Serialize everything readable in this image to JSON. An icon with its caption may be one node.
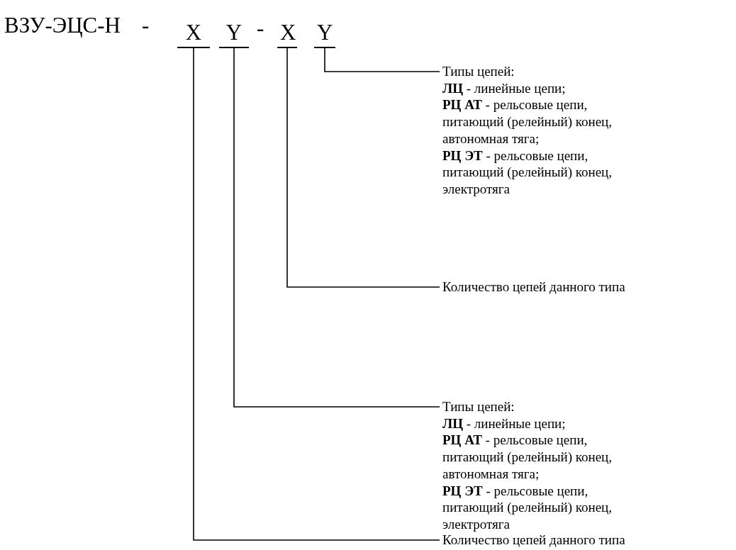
{
  "diagram": {
    "nodes": [
      {
        "text": [
          "X"
        ]
      },
      {
        "text": [
          "Y"
        ]
      },
      {
        "text": [
          "X"
        ]
      },
      {
        "text": [
          "Y"
        ]
      },
      {
        "text": [
          "Типы цепей:",
          "**ЛЦ** - линейные цепи;",
          "**РЦ АТ** - рельсовые цепи, питающий (релейный) конец, автономная тяга;",
          "**РЦ ЭТ** - рельсовые цепи, питающий (релейный) конец, электротяга"
        ]
      },
      {
        "text": [
          "Количество цепей данного типа"
        ]
      },
      {
        "text": [
          "Типы цепей:",
          "**ЛЦ** - линейные цепи;",
          "**РЦ АТ** - рельсовые цепи, питающий (релейный) конец, автономная тяга;",
          "**РЦ ЭТ** - рельсовые цепи, питающий (релейный) конец, электротяга"
        ]
      },
      {
        "text": [
          "Количество цепей данного типа"
        ]
      }
    ],
    "edges": [
      {
        "from": 3,
        "to": 4,
        "arrow": "none"
      },
      {
        "from": 2,
        "to": 5,
        "arrow": "none"
      },
      {
        "from": 1,
        "to": 6,
        "arrow": "none"
      },
      {
        "from": 0,
        "to": 7,
        "arrow": "none"
      }
    ],
    "labels": [
      "ВЗУ-ЭЦС-Н",
      "-",
      "-"
    ]
  }
}
